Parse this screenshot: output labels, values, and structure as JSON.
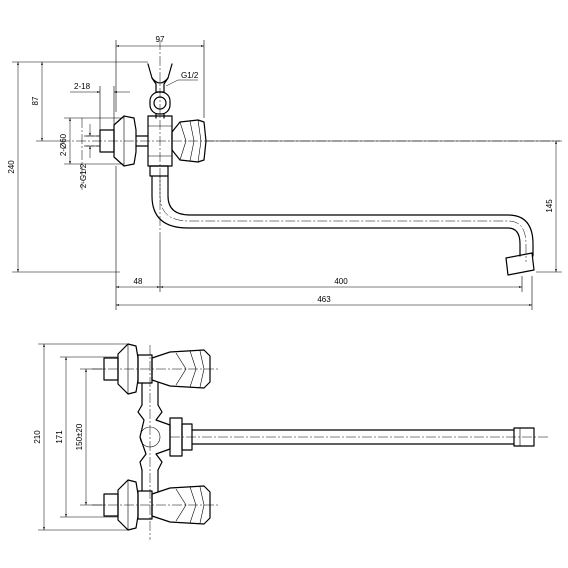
{
  "dimensions": {
    "width_97": "97",
    "height_240": "240",
    "height_87": "87",
    "width_2_18": "2-18",
    "dia_2_60": "2-Ø60",
    "thread_2_g12": "2-G1/2",
    "thread_g12": "G1/2",
    "height_145": "145",
    "width_48": "48",
    "width_400": "400",
    "width_463": "463",
    "height_210": "210",
    "height_171": "171",
    "height_150": "150±20"
  }
}
